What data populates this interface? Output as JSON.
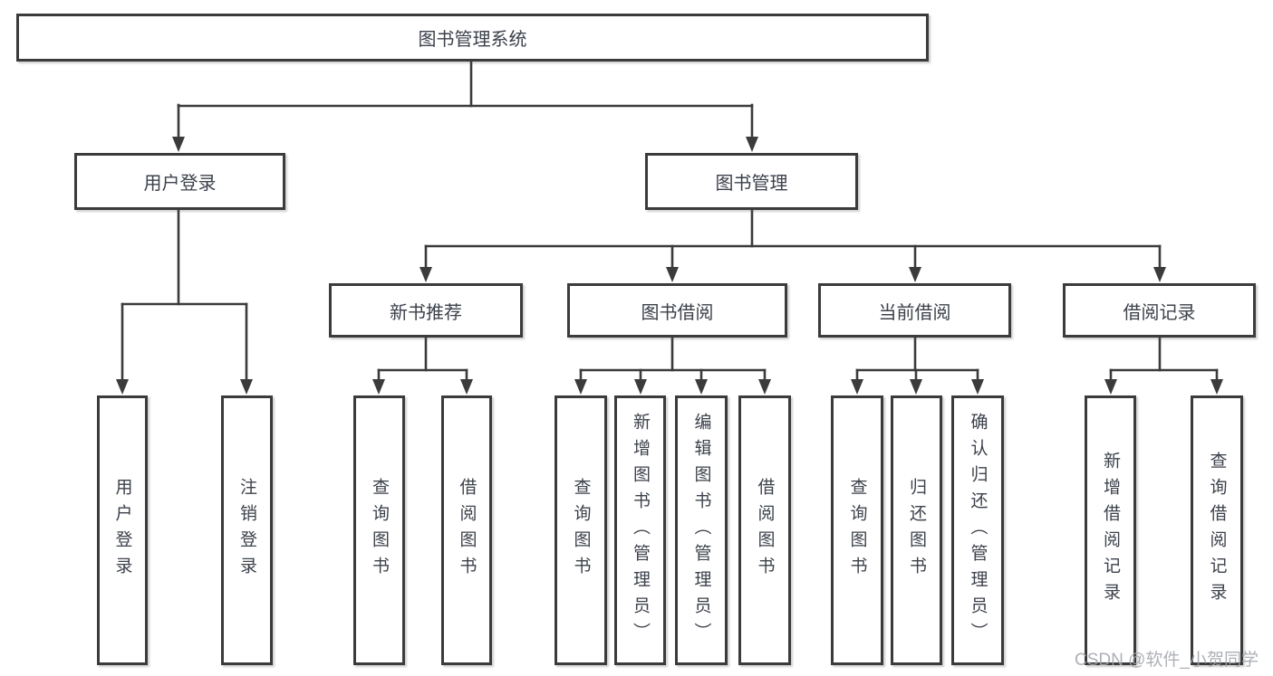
{
  "colors": {
    "background": "#ffffff",
    "line": "#3b3b3b",
    "box_border": "#3b3b3b",
    "box_fill": "#ffffff",
    "text": "#3c414b",
    "watermark": "#a2a6ac"
  },
  "tree": {
    "root": "图书管理系统",
    "children": [
      {
        "label": "用户登录",
        "children": [
          {
            "label": "用户登录"
          },
          {
            "label": "注销登录"
          }
        ]
      },
      {
        "label": "图书管理",
        "children": [
          {
            "label": "新书推荐",
            "children": [
              {
                "label": "查询图书"
              },
              {
                "label": "借阅图书"
              }
            ]
          },
          {
            "label": "图书借阅",
            "children": [
              {
                "label": "查询图书"
              },
              {
                "label": "新增图书（管理员）"
              },
              {
                "label": "编辑图书（管理员）"
              },
              {
                "label": "借阅图书"
              }
            ]
          },
          {
            "label": "当前借阅",
            "children": [
              {
                "label": "查询图书"
              },
              {
                "label": "归还图书"
              },
              {
                "label": "确认归还（管理员）"
              }
            ]
          },
          {
            "label": "借阅记录",
            "children": [
              {
                "label": "新增借阅记录"
              },
              {
                "label": "查询借阅记录"
              }
            ]
          }
        ]
      }
    ]
  },
  "watermark": {
    "text": "CSDN @软件_小贺同学"
  }
}
